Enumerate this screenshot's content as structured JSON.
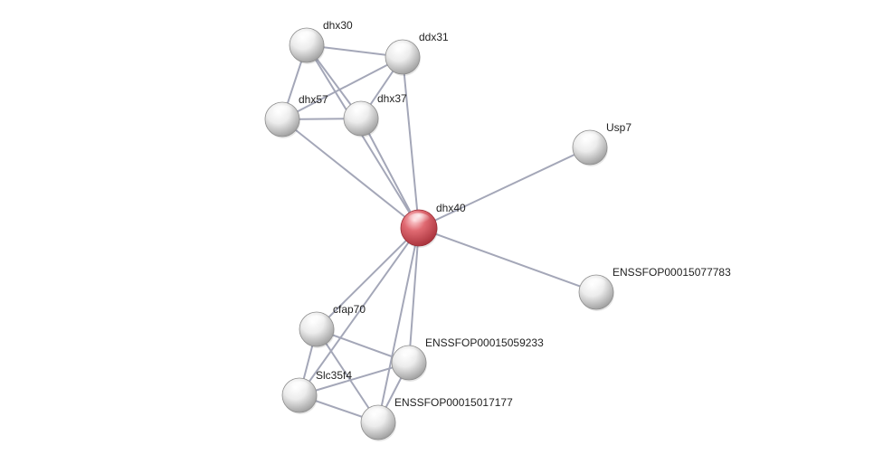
{
  "network": {
    "nodes": [
      {
        "id": "dhx40",
        "label": "dhx40",
        "query": true
      },
      {
        "id": "dhx30",
        "label": "dhx30",
        "query": false
      },
      {
        "id": "ddx31",
        "label": "ddx31",
        "query": false
      },
      {
        "id": "dhx57",
        "label": "dhx57",
        "query": false
      },
      {
        "id": "dhx37",
        "label": "dhx37",
        "query": false
      },
      {
        "id": "usp7",
        "label": "Usp7",
        "query": false
      },
      {
        "id": "ens77783",
        "label": "ENSSFOP00015077783",
        "query": false
      },
      {
        "id": "cfap70",
        "label": "cfap70",
        "query": false
      },
      {
        "id": "ens59233",
        "label": "ENSSFOP00015059233",
        "query": false
      },
      {
        "id": "slc35f4",
        "label": "Slc35f4",
        "query": false
      },
      {
        "id": "ens17177",
        "label": "ENSSFOP00015017177",
        "query": false
      }
    ],
    "edges": [
      {
        "source": "dhx30",
        "target": "ddx31"
      },
      {
        "source": "dhx30",
        "target": "dhx57"
      },
      {
        "source": "dhx30",
        "target": "dhx37"
      },
      {
        "source": "dhx30",
        "target": "dhx40"
      },
      {
        "source": "ddx31",
        "target": "dhx57"
      },
      {
        "source": "ddx31",
        "target": "dhx37"
      },
      {
        "source": "ddx31",
        "target": "dhx40"
      },
      {
        "source": "dhx57",
        "target": "dhx37"
      },
      {
        "source": "dhx57",
        "target": "dhx40"
      },
      {
        "source": "dhx37",
        "target": "dhx40"
      },
      {
        "source": "dhx40",
        "target": "usp7"
      },
      {
        "source": "dhx40",
        "target": "ens77783"
      },
      {
        "source": "dhx40",
        "target": "cfap70"
      },
      {
        "source": "dhx40",
        "target": "ens59233"
      },
      {
        "source": "dhx40",
        "target": "slc35f4"
      },
      {
        "source": "dhx40",
        "target": "ens17177"
      },
      {
        "source": "cfap70",
        "target": "ens59233"
      },
      {
        "source": "cfap70",
        "target": "slc35f4"
      },
      {
        "source": "cfap70",
        "target": "ens17177"
      },
      {
        "source": "slc35f4",
        "target": "ens59233"
      },
      {
        "source": "slc35f4",
        "target": "ens17177"
      },
      {
        "source": "ens59233",
        "target": "ens17177"
      }
    ],
    "colors": {
      "query_node": "#e06a72",
      "node": "#d9d9d9",
      "edge": "#a4a7b8"
    }
  }
}
